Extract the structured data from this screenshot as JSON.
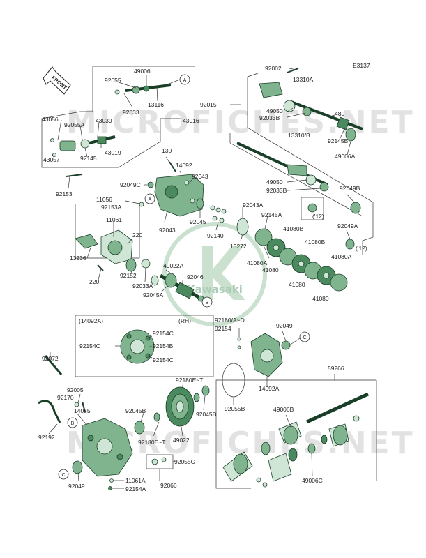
{
  "ref_code": "E3137",
  "front_label": "FRONT",
  "callout_letters": [
    "A",
    "A",
    "B",
    "B",
    "C",
    "C"
  ],
  "watermark": "MICROFICHES.NET",
  "logo_text": "Kawasaki",
  "group_labels": {
    "box_14092a": "(14092A)",
    "box_rh": "(RH)"
  },
  "part_numbers": {
    "p92055": "92055",
    "p49006": "49006",
    "p92033": "92033",
    "p13116": "13116",
    "p43056": "43056",
    "p92055a": "92055A",
    "p43039": "43039",
    "p43016": "43016",
    "p43019": "43019",
    "p92145": "92145",
    "p43057": "43057",
    "p92153": "92153",
    "p92002": "92002",
    "p13310a": "13310A",
    "p92015": "92015",
    "p49050a": "49050",
    "p92033b_a": "92033B",
    "p480": "480",
    "p92145b": "92145B",
    "p13310b": "13310/B",
    "p49006a": "49006A",
    "p49050b": "49050",
    "p92033b_b": "92033B",
    "p92049b": "92049B",
    "p12a": "('12)",
    "p92049a": "92049A",
    "p12b": "('12)",
    "p130": "130",
    "p14092": "14092",
    "p92043a": "92043",
    "p92049c": "92049C",
    "p11056": "11056",
    "p92153a": "92153A",
    "p92043b": "92043",
    "p92045": "92045",
    "p92140": "92140",
    "p92043ab": "92043A",
    "p92145a": "92145A",
    "p13272": "13272",
    "p41080b1": "41080B",
    "p41080a1": "41080A",
    "p41080_1": "41080",
    "p41080b2": "41080B",
    "p41080_2": "41080",
    "p41080a2": "41080A",
    "p41080_3": "41080",
    "p11061": "11061",
    "p220a": "220",
    "p13236": "13236",
    "p92152": "92152",
    "p49022a": "49022A",
    "p92046": "92046",
    "p92033a": "92033A",
    "p92045a": "92045A",
    "p220b": "220",
    "p92154c1": "92154C",
    "p92154c2": "92154C",
    "p92154b": "92154B",
    "p92154c3": "92154C",
    "p92180ad": "92180/A~D",
    "p92154": "92154",
    "p92049": "92049",
    "p14092a": "14092A",
    "p92072": "92072",
    "p92005": "92005",
    "p92170": "92170",
    "p14055": "14055",
    "p92192": "92192",
    "p92045b1": "92045B",
    "p92180et1": "92180E~T",
    "p49022": "49022",
    "p92180et2": "92180E~T",
    "p92045b2": "92045B",
    "p92055b": "92055B",
    "p92049_2": "92049",
    "p11061a": "11061A",
    "p92154a": "92154A",
    "p92055c": "92055C",
    "p92066": "92066",
    "p59266": "59266",
    "p49006b": "49006B",
    "p49006c": "49006C"
  }
}
